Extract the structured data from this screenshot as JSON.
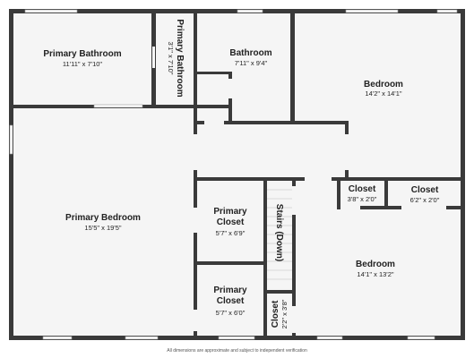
{
  "colors": {
    "wall": "#3a3a3a",
    "floor": "#f5f5f5",
    "text": "#222222",
    "opening": "#ffffff",
    "window": "#e6e6e6"
  },
  "rooms": {
    "primary_bathroom": {
      "name": "Primary Bathroom",
      "dims": "11'11\" x 7'10\""
    },
    "primary_bathroom_2": {
      "name": "Primary Bathroom",
      "dims": "3'1\" x 7'10\""
    },
    "bathroom": {
      "name": "Bathroom",
      "dims": "7'11\" x 9'4\""
    },
    "bedroom_top": {
      "name": "Bedroom",
      "dims": "14'2\" x 14'1\""
    },
    "primary_bedroom": {
      "name": "Primary Bedroom",
      "dims": "15'5\" x 19'5\""
    },
    "primary_closet_1": {
      "name_line1": "Primary",
      "name_line2": "Closet",
      "dims": "5'7\" x 6'9\""
    },
    "primary_closet_2": {
      "name_line1": "Primary",
      "name_line2": "Closet",
      "dims": "5'7\" x 6'0\""
    },
    "stairs": {
      "name": "Stairs (Down)"
    },
    "closet_small": {
      "name": "Closet",
      "dims": "3'8\" x 2'0\""
    },
    "closet_right": {
      "name": "Closet",
      "dims": "6'2\" x 2'0\""
    },
    "closet_vertical": {
      "name": "Closet",
      "dims": "2'2\" x 3'8\""
    },
    "bedroom_bottom": {
      "name": "Bedroom",
      "dims": "14'1\" x 13'2\""
    }
  },
  "footer": "All dimensions are approximate and subject to independent verification"
}
